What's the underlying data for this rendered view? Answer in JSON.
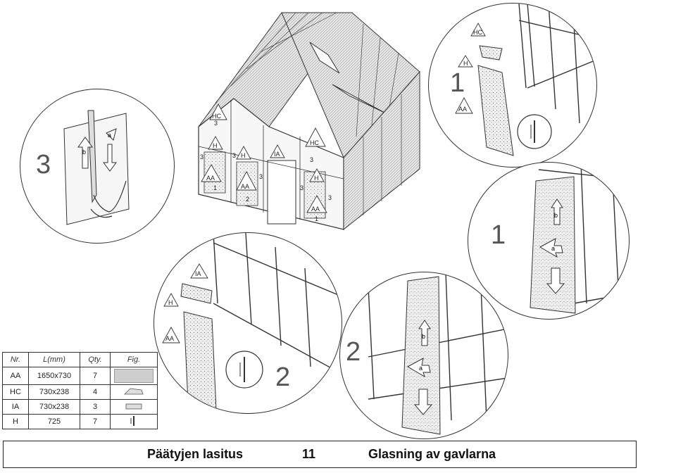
{
  "main_drawing": {
    "labels": {
      "hc_left": "HC",
      "hc_right": "HC",
      "h_left": "H",
      "h_mid": "H",
      "h_right": "H",
      "ia": "IA",
      "aa_left": "AA",
      "aa_mid": "AA",
      "aa_right": "AA",
      "pane_1_left": "1",
      "pane_2": "2",
      "pane_1_right": "1",
      "three_a": "3",
      "three_b": "3",
      "three_c": "3",
      "three_d": "3",
      "three_e": "3",
      "three_f": "3",
      "three_g": "3"
    }
  },
  "details": {
    "step3": {
      "number": "3",
      "arrow_b": "b",
      "arrow_a": "a"
    },
    "step1_top": {
      "number": "1",
      "hc": "HC",
      "h": "H",
      "aa": "AA"
    },
    "step1_bottom": {
      "number": "1",
      "arrow_b": "b",
      "arrow_a": "a"
    },
    "step2_left": {
      "number": "2",
      "ia": "IA",
      "h": "H",
      "aa": "AA"
    },
    "step2_right": {
      "number": "2",
      "arrow_b": "b",
      "arrow_a": "a"
    }
  },
  "parts_table": {
    "headers": [
      "Nr.",
      "L(mm)",
      "Qty.",
      "Fig."
    ],
    "rows": [
      {
        "nr": "AA",
        "length": "1650x730",
        "qty": "7"
      },
      {
        "nr": "HC",
        "length": "730x238",
        "qty": "4"
      },
      {
        "nr": "IA",
        "length": "730x238",
        "qty": "3"
      },
      {
        "nr": "H",
        "length": "725",
        "qty": "7"
      }
    ]
  },
  "footer": {
    "left_title": "Päätyjen lasitus",
    "page_number": "11",
    "right_title": "Glasning av gavlarna"
  }
}
